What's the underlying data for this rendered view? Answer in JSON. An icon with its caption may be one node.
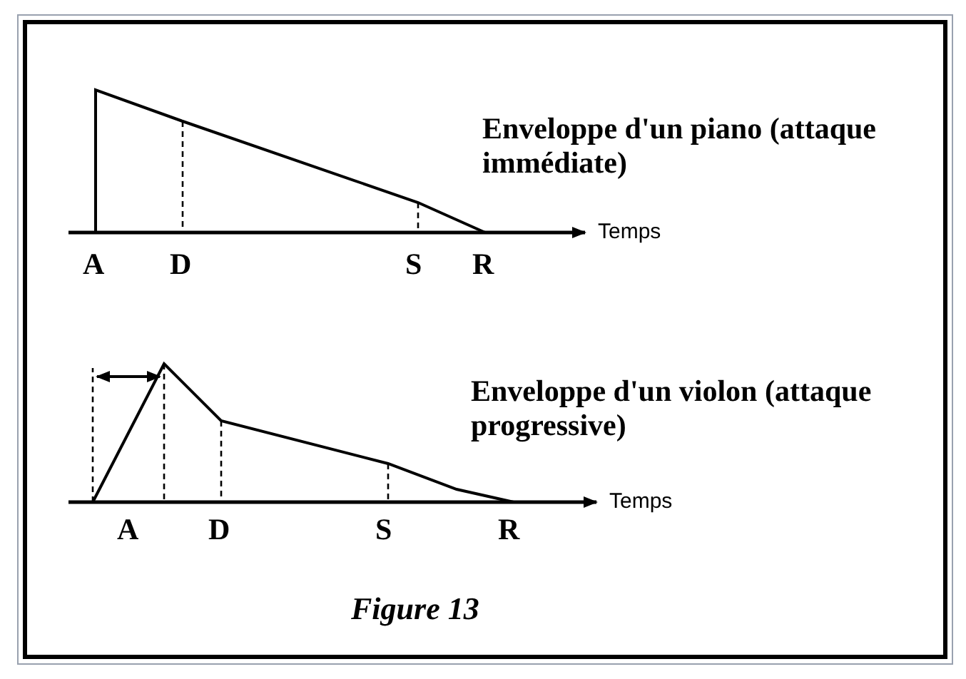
{
  "diagram": {
    "caption": "Figure 13",
    "labels": [
      "Enveloppe d'un piano (attaque immédiate)",
      "A",
      "D",
      "S",
      "R",
      "Temps",
      "Enveloppe d'un violon (attaque progressive)",
      "A",
      "D",
      "S",
      "R",
      "Temps"
    ]
  }
}
